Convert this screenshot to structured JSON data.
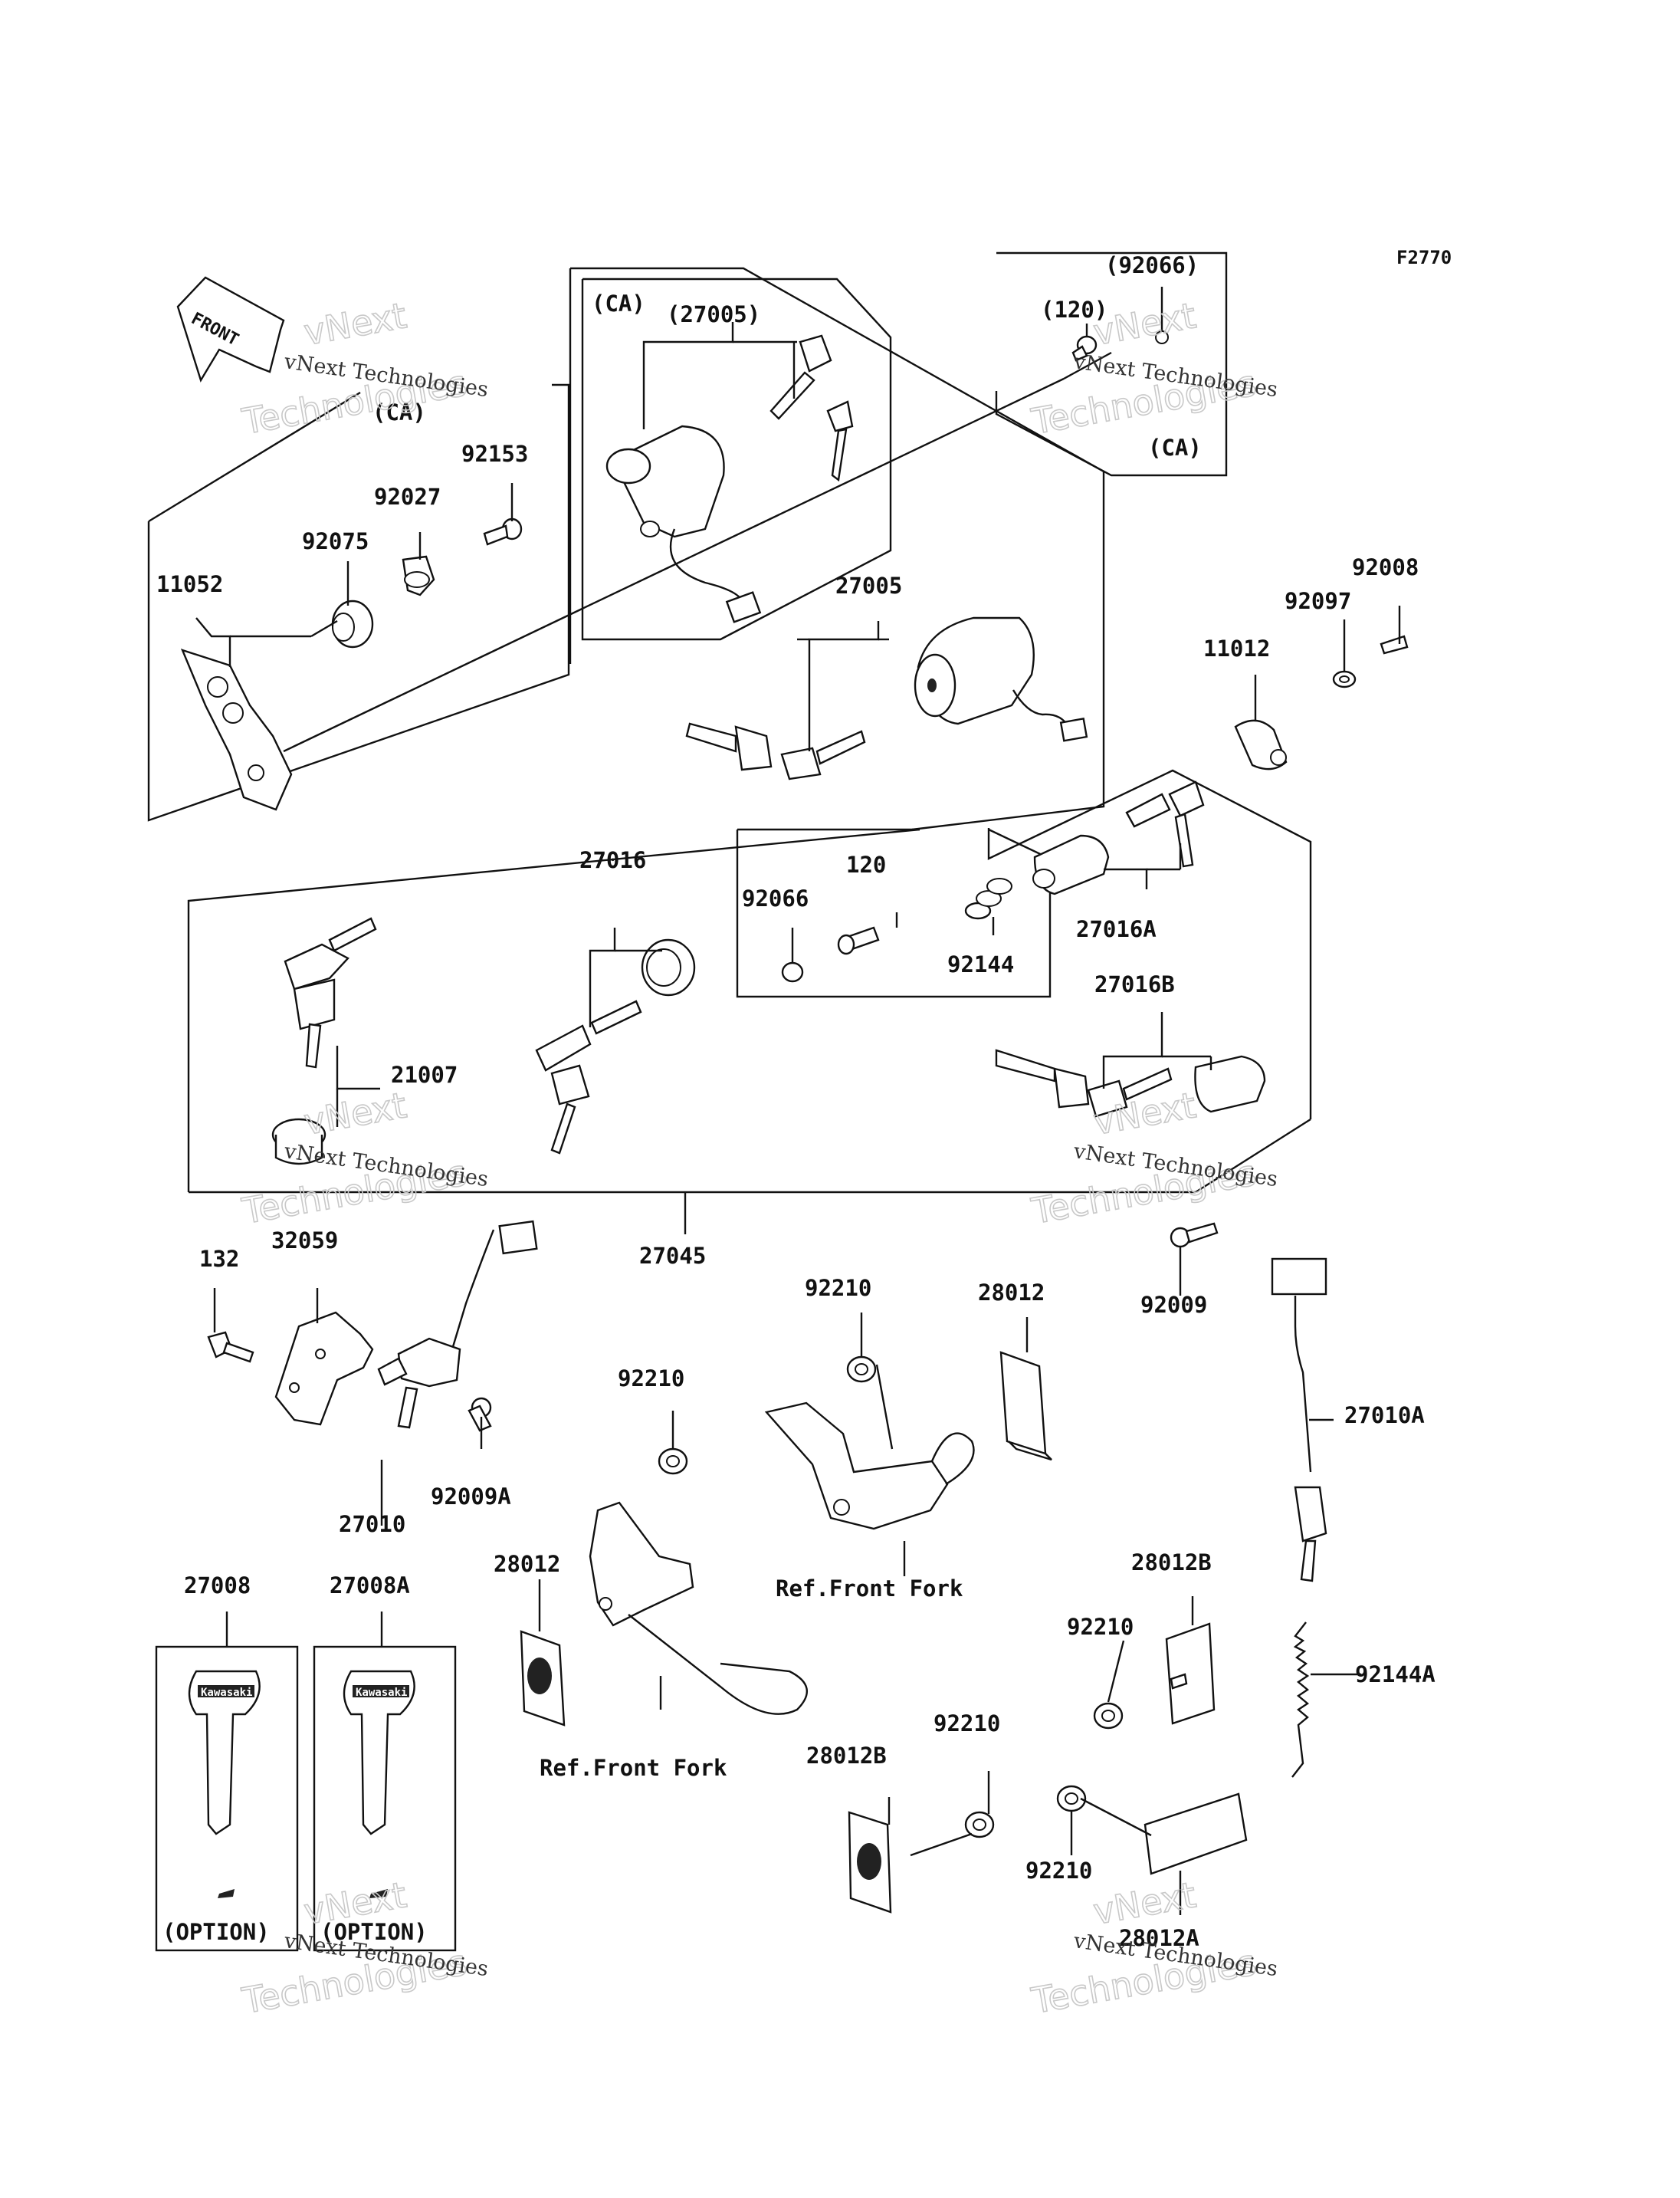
{
  "figure_code": "F2770",
  "front_arrow": "FRONT",
  "watermarks": {
    "small": "vNext Technologies",
    "large_1": "vNext",
    "large_2": "Technologies"
  },
  "labels": {
    "ca1": "(CA)",
    "ca2": "(CA)",
    "ca3": "(CA)",
    "p27005a": "(27005)",
    "p92066a": "(92066)",
    "p120a": "(120)",
    "p92153": "92153",
    "p92027": "92027",
    "p92075": "92075",
    "p11052": "11052",
    "p27005b": "27005",
    "p92008": "92008",
    "p92097": "92097",
    "p11012": "11012",
    "p27016": "27016",
    "p120b": "120",
    "p92066b": "92066",
    "p92144": "92144",
    "p27016A": "27016A",
    "p27016B": "27016B",
    "p21007": "21007",
    "p27045": "27045",
    "p132": "132",
    "p32059": "32059",
    "p92009": "92009",
    "p92210a": "92210",
    "p28012a": "28012",
    "p92210b": "92210",
    "p27010A": "27010A",
    "p27010": "27010",
    "p92009A": "92009A",
    "ref1": "Ref.Front Fork",
    "p27008": "27008",
    "p27008A": "27008A",
    "p28012b": "28012",
    "p28012B1": "28012B",
    "p92210c": "92210",
    "p92144A": "92144A",
    "ref2": "Ref.Front Fork",
    "p28012B2": "28012B",
    "p92210d": "92210",
    "p92210e": "92210",
    "p28012A": "28012A",
    "option1": "(OPTION)",
    "option2": "(OPTION)",
    "key_brand": "Kawasaki"
  }
}
